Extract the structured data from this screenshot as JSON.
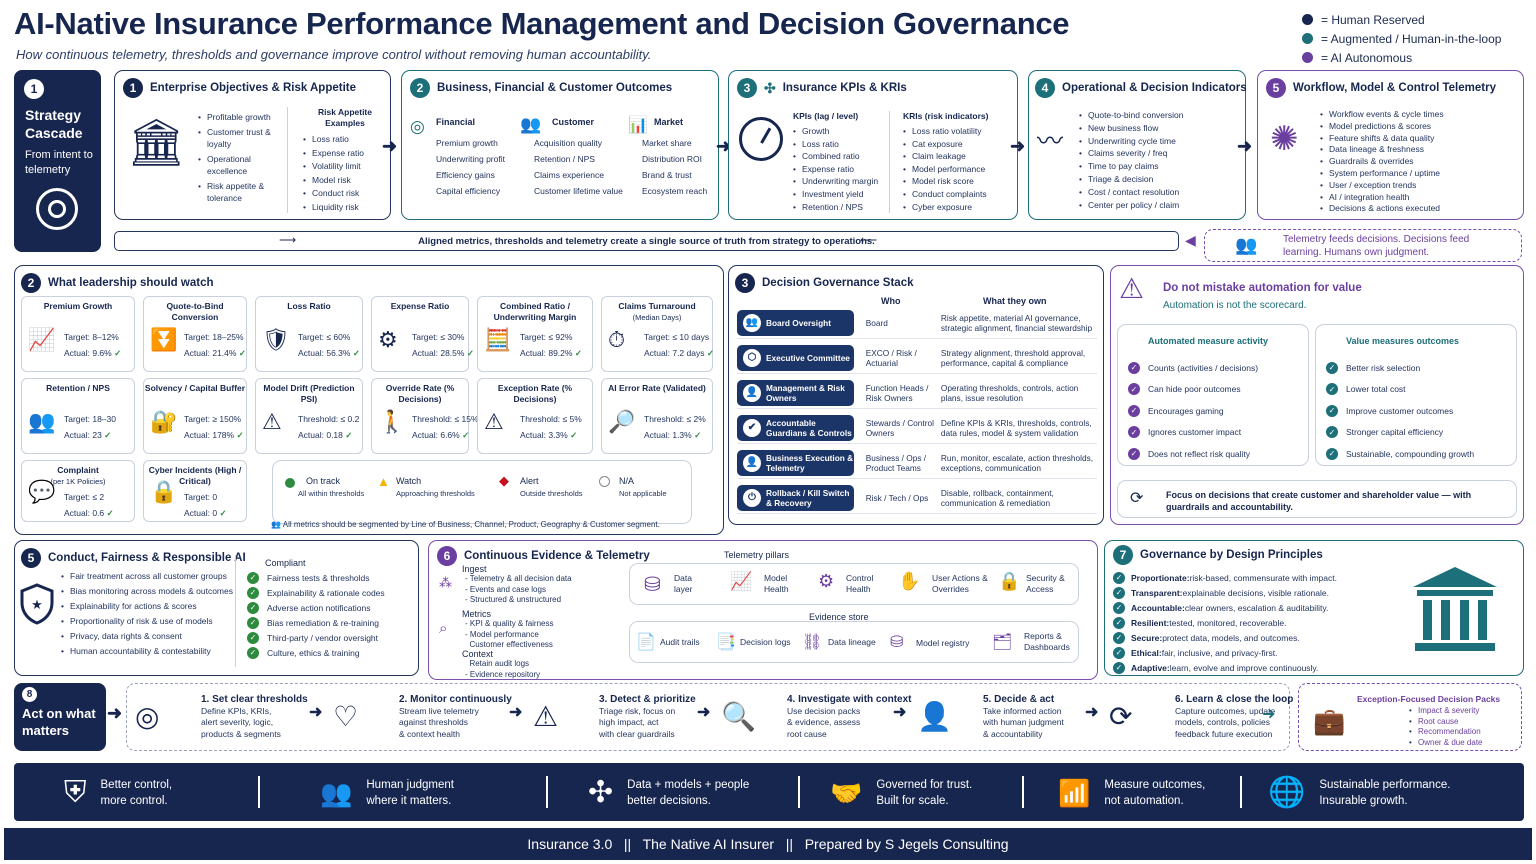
{
  "title": "AI-Native Insurance Performance Management and Decision Governance",
  "subtitle": "How continuous telemetry, thresholds and governance improve control without removing human accountability.",
  "legend": [
    "= Human Reserved",
    "= Augmented / Human-in-the-loop",
    "= AI Autonomous"
  ],
  "s1": {
    "num": "1",
    "title": "Strategy Cascade",
    "sub": "From intent to telemetry"
  },
  "b1": {
    "num": "1",
    "title": "Enterprise Objectives & Risk Appetite",
    "items": [
      "Profitable growth",
      "Customer trust & loyalty",
      "Operational excellence",
      "Risk appetite & tolerance"
    ],
    "risk_title": "Risk Appetite Examples",
    "risk_items": [
      "Loss ratio",
      "Expense ratio",
      "Volatility limit",
      "Model risk",
      "Conduct risk",
      "Liquidity risk"
    ]
  },
  "b2": {
    "num": "2",
    "title": "Business, Financial & Customer Outcomes",
    "fin_title": "Financial",
    "fin": [
      "Premium growth",
      "Underwriting profit",
      "Efficiency gains",
      "Capital efficiency"
    ],
    "cust_title": "Customer",
    "cust": [
      "Acquisition quality",
      "Retention / NPS",
      "Claims experience",
      "Customer lifetime value"
    ],
    "mkt_title": "Market",
    "mkt": [
      "Market share",
      "Distribution ROI",
      "Brand & trust",
      "Ecosystem reach"
    ]
  },
  "b3": {
    "num": "3",
    "title": "Insurance KPIs & KRIs",
    "kpi_title": "KPIs (lag / level)",
    "kpi": [
      "Growth",
      "Loss ratio",
      "Combined ratio",
      "Expense ratio",
      "Underwriting margin",
      "Investment yield",
      "Retention / NPS"
    ],
    "kri_title": "KRIs (risk indicators)",
    "kri": [
      "Loss ratio volatility",
      "Cat exposure",
      "Claim leakage",
      "Model performance",
      "Model risk score",
      "Conduct complaints",
      "Cyber exposure"
    ]
  },
  "b4": {
    "num": "4",
    "title": "Operational & Decision Indicators",
    "items": [
      "Quote-to-bind conversion",
      "New business flow",
      "Underwriting cycle time",
      "Claims severity / freq",
      "Time to pay claims",
      "Triage & decision",
      "Cost / contact resolution",
      "Center per policy / claim"
    ]
  },
  "b5": {
    "num": "5",
    "title": "Workflow, Model & Control Telemetry",
    "items": [
      "Workflow events & cycle times",
      "Model predictions & scores",
      "Feature shifts & data quality",
      "Data lineage & freshness",
      "Guardrails & overrides",
      "System performance / uptime",
      "User / exception trends",
      "AI / integration health",
      "Decisions & actions executed"
    ]
  },
  "aligned": "Aligned metrics, thresholds and telemetry create a single source of truth from strategy to operations.",
  "feeds": "Telemetry feeds decisions. Decisions feed learning. Humans own judgment.",
  "lead": {
    "num": "2",
    "title": "What leadership should watch",
    "cards": [
      {
        "t": "Premium Growth",
        "a": "Target: 8–12%",
        "b": "Actual: 9.6%"
      },
      {
        "t": "Quote-to-Bind Conversion",
        "a": "Target: 18–25%",
        "b": "Actual: 21.4%"
      },
      {
        "t": "Loss Ratio",
        "a": "Target: ≤ 60%",
        "b": "Actual: 56.3%"
      },
      {
        "t": "Expense Ratio",
        "a": "Target: ≤ 30%",
        "b": "Actual: 28.5%"
      },
      {
        "t": "Combined Ratio / Underwriting Margin",
        "a": "Target: ≤ 92%",
        "b": "Actual: 89.2%"
      },
      {
        "t": "Claims Turnaround",
        "t2": "(Median Days)",
        "a": "Target: ≤ 10 days",
        "b": "Actual: 7.2 days"
      },
      {
        "t": "Retention / NPS",
        "a": "Target: 18–30",
        "b": "Actual: 23"
      },
      {
        "t": "Solvency / Capital Buffer",
        "a": "Target: ≥ 150%",
        "b": "Actual: 178%"
      },
      {
        "t": "Model Drift (Prediction PSI)",
        "a": "Threshold: ≤ 0.2",
        "b": "Actual: 0.18"
      },
      {
        "t": "Override Rate (% Decisions)",
        "a": "Threshold: ≤ 15%",
        "b": "Actual: 6.6%"
      },
      {
        "t": "Exception Rate (% Decisions)",
        "a": "Threshold: ≤ 5%",
        "b": "Actual: 3.3%"
      },
      {
        "t": "AI Error Rate (Validated)",
        "a": "Threshold: ≤ 2%",
        "b": "Actual: 1.3%"
      },
      {
        "t": "Complaint",
        "t2": "(per 1K Policies)",
        "a": "Target: ≤ 2",
        "b": "Actual: 0.6"
      },
      {
        "t": "Cyber Incidents (High / Critical)",
        "a": "Target: 0",
        "b": "Actual: 0"
      }
    ],
    "status": [
      {
        "t": "On track",
        "s": "All within thresholds"
      },
      {
        "t": "Watch",
        "s": "Approaching thresholds"
      },
      {
        "t": "Alert",
        "s": "Outside thresholds"
      },
      {
        "t": "N/A",
        "s": "Not applicable"
      }
    ],
    "foot": "All metrics should be segmented by Line of Business, Channel, Product, Geography & Customer segment."
  },
  "gov": {
    "num": "3",
    "title": "Decision Governance Stack",
    "who": "Who",
    "own": "What they own",
    "rows": [
      {
        "p": "Board Oversight",
        "w": "Board",
        "o": "Risk appetite, material AI governance, strategic alignment, financial stewardship"
      },
      {
        "p": "Executive Committee",
        "w": "EXCO / Risk / Actuarial",
        "o": "Strategy alignment, threshold approval, performance, capital & compliance"
      },
      {
        "p": "Management & Risk Owners",
        "w": "Function Heads / Risk Owners",
        "o": "Operating thresholds, controls, action plans, issue resolution"
      },
      {
        "p": "Accountable Guardians & Controls",
        "w": "Stewards / Control Owners",
        "o": "Define KPIs & KRIs, thresholds, controls, data rules, model & system validation"
      },
      {
        "p": "Business Execution & Telemetry",
        "w": "Business / Ops / Product Teams",
        "o": "Run, monitor, escalate, action thresholds, exceptions, communication"
      },
      {
        "p": "Rollback / Kill Switch & Recovery",
        "w": "Risk / Tech / Ops",
        "o": "Disable, rollback, containment, communication & remediation"
      }
    ]
  },
  "value": {
    "title": "Do not mistake automation for value",
    "sub": "Automation is not the scorecard.",
    "l_title": "Automated measure activity",
    "l": [
      "Counts (activities / decisions)",
      "Can hide poor outcomes",
      "Encourages gaming",
      "Ignores customer impact",
      "Does not reflect risk quality"
    ],
    "r_title": "Value measures outcomes",
    "r": [
      "Better risk selection",
      "Lower total cost",
      "Improve customer outcomes",
      "Stronger capital efficiency",
      "Sustainable, compounding growth"
    ],
    "focus": "Focus on decisions that create customer and shareholder value — with guardrails and accountability."
  },
  "conduct": {
    "num": "5",
    "title": "Conduct, Fairness & Responsible AI",
    "items": [
      "Fair treatment across all customer groups",
      "Bias monitoring across models & outcomes",
      "Explainability for actions & scores",
      "Proportionality of risk & use of models",
      "Privacy, data rights & consent",
      "Human accountability & contestability"
    ],
    "c_title": "Compliant",
    "c": [
      "Fairness tests & thresholds",
      "Explainability & rationale codes",
      "Adverse action notifications",
      "Bias remediation & re-training",
      "Third-party / vendor oversight",
      "Culture, ethics & training"
    ]
  },
  "evid": {
    "num": "6",
    "title": "Continuous Evidence & Telemetry",
    "ingest": "Ingest",
    "ingest_items": [
      "Telemetry & all decision data",
      "Events and case logs",
      "Structured & unstructured"
    ],
    "metrics": "Metrics",
    "metric_items": [
      "KPI & quality & fairness",
      "Model performance",
      "Customer effectiveness"
    ],
    "context": "Context",
    "context_items": [
      "Retain audit logs",
      "Evidence repository"
    ],
    "pillars_title": "Telemetry pillars",
    "pillars": [
      "Data layer",
      "Model Health",
      "Control Health",
      "User Actions & Overrides",
      "Security & Access"
    ],
    "store_title": "Evidence store",
    "store": [
      "Audit trails",
      "Decision logs",
      "Data lineage",
      "Model registry",
      "Reports & Dashboards"
    ]
  },
  "gd": {
    "num": "7",
    "title": "Governance by Design Principles",
    "items": [
      {
        "k": "Proportionate:",
        "v": " risk-based, commensurate with impact."
      },
      {
        "k": "Transparent:",
        "v": " explainable decisions, visible rationale."
      },
      {
        "k": "Accountable:",
        "v": " clear owners, escalation & auditability."
      },
      {
        "k": "Resilient:",
        "v": " tested, monitored, recoverable."
      },
      {
        "k": "Secure:",
        "v": " protect data, models, and outcomes."
      },
      {
        "k": "Ethical:",
        "v": " fair, inclusive, and privacy-first."
      },
      {
        "k": "Adaptive:",
        "v": " learn, evolve and improve continuously."
      }
    ]
  },
  "act": {
    "num": "8",
    "title": "Act on what matters",
    "steps": [
      {
        "t": "1. Set clear thresholds",
        "d": [
          "Define KPIs, KRIs,",
          "alert severity, logic,",
          "products & segments"
        ]
      },
      {
        "t": "2. Monitor continuously",
        "d": [
          "Stream live telemetry",
          "against thresholds",
          "& context health"
        ]
      },
      {
        "t": "3. Detect & prioritize",
        "d": [
          "Triage risk, focus on",
          "high impact, act",
          "with clear guardrails"
        ]
      },
      {
        "t": "4. Investigate with context",
        "d": [
          "Use decision packs",
          "& evidence, assess",
          "root cause"
        ]
      },
      {
        "t": "5. Decide & act",
        "d": [
          "Take informed action",
          "with human judgment",
          "& accountability"
        ]
      },
      {
        "t": "6. Learn & close the loop",
        "d": [
          "Capture outcomes, update",
          "models, controls, policies",
          "feedback future execution"
        ]
      }
    ],
    "pack_title": "Exception-Focused Decision Packs",
    "pack": [
      "Impact & severity",
      "Root cause",
      "Recommendation",
      "Owner & due date"
    ]
  },
  "banner": [
    [
      "Better control,",
      "more control."
    ],
    [
      "Human judgment",
      "where it matters."
    ],
    [
      "Data + models + people",
      "better decisions."
    ],
    [
      "Governed for trust.",
      "Built for scale."
    ],
    [
      "Measure outcomes,",
      "not automation."
    ],
    [
      "Sustainable performance.",
      "Insurable growth."
    ]
  ],
  "footer": "Insurance 3.0   ||   The Native AI Insurer   ||   Prepared by S Jegels Consulting"
}
